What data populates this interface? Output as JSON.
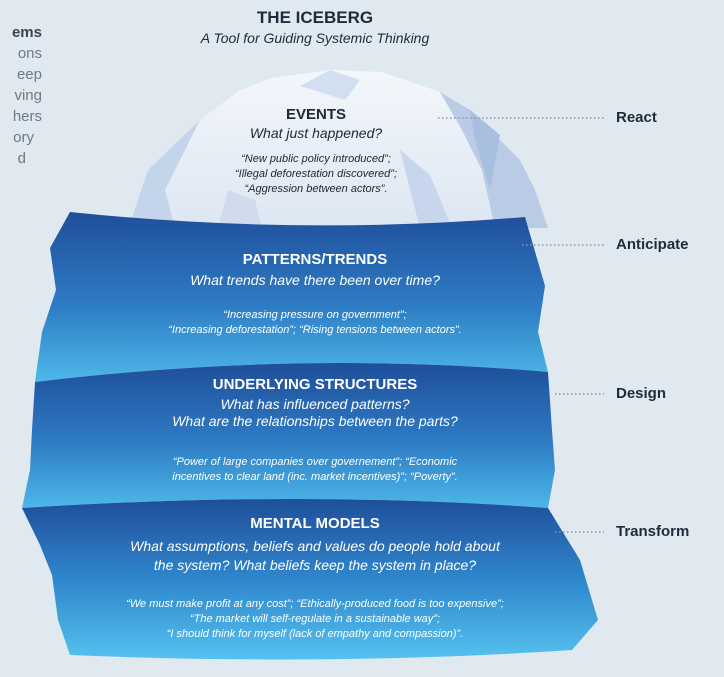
{
  "header": {
    "title": "THE ICEBERG",
    "subtitle": "A Tool for Guiding Systemic Thinking"
  },
  "left_text_fragment": [
    "ems",
    "ons",
    "eep",
    "ving",
    "hers",
    "ory",
    "d"
  ],
  "levels": [
    {
      "title": "EVENTS",
      "question": "What just happened?",
      "examples": [
        "“New public policy introduced”;",
        "“Illegal deforestation discovered”;",
        "“Aggression between actors”."
      ],
      "side_label": "React"
    },
    {
      "title": "PATTERNS/TRENDS",
      "question": "What trends have there been over time?",
      "examples": [
        "“Increasing pressure on government”;",
        "“Increasing deforestation”; “Rising tensions between actors”."
      ],
      "side_label": "Anticipate"
    },
    {
      "title": "UNDERLYING STRUCTURES",
      "question_lines": [
        "What has influenced patterns?",
        "What are the relationships between the parts?"
      ],
      "examples": [
        "“Power of large companies over governement”; “Economic",
        "incentives to clear land (inc. market incentives)”; “Poverty”."
      ],
      "side_label": "Design"
    },
    {
      "title": "MENTAL MODELS",
      "question_lines": [
        "What assumptions, beliefs and values do people hold about",
        "the system? What beliefs keep the system in place?"
      ],
      "examples": [
        "“We must make profit at any cost”; “Ethically-produced food is too expensive”;",
        "“The market will self-regulate in a sustainable way”;",
        "“I should think for myself (lack of empathy and compassion)”."
      ],
      "side_label": "Transform"
    }
  ],
  "colors": {
    "background": "#dfe9ef",
    "ice_tip": "#eef3f9",
    "ice_shadow": "#a9bfdf",
    "band_dark": "#1f4e9a",
    "band_light": "#4db8e8",
    "connector": "#8a96a2"
  }
}
